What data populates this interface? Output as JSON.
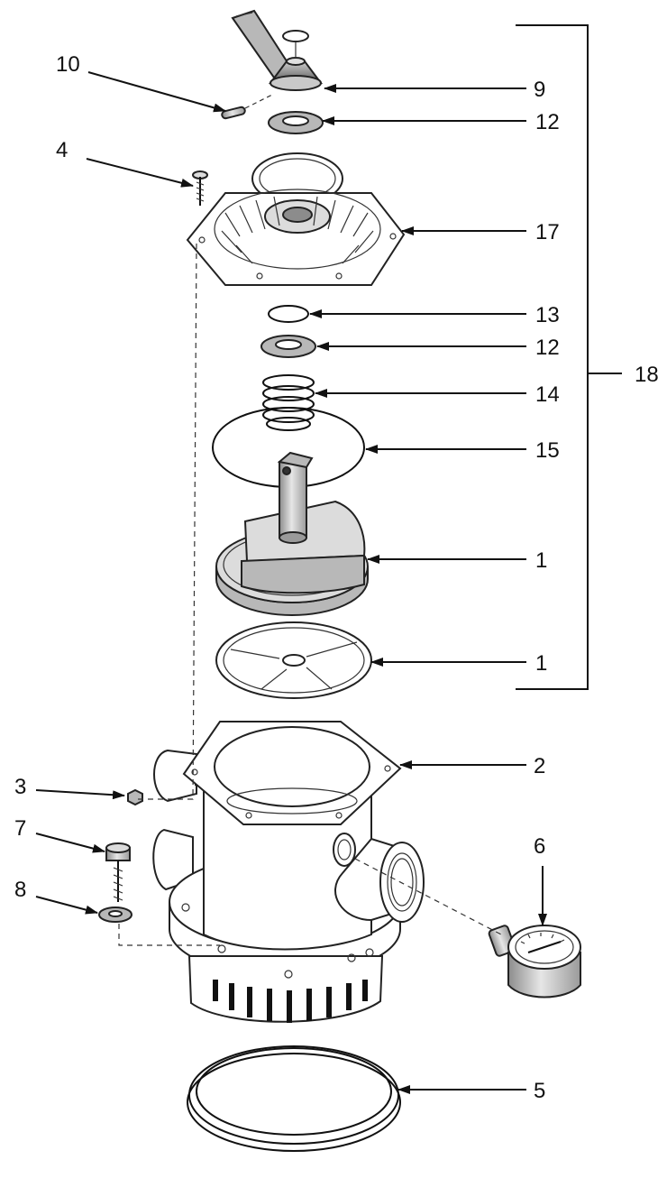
{
  "colors": {
    "ink": "#111111",
    "part_fill": "#ffffff",
    "shade_light": "#dcdcdc",
    "shade_mid": "#b8b8b8",
    "shade_dark": "#8c8c8c"
  },
  "callouts": [
    {
      "id": "c10",
      "label": "10"
    },
    {
      "id": "c9",
      "label": "9"
    },
    {
      "id": "c12a",
      "label": "12"
    },
    {
      "id": "c4",
      "label": "4"
    },
    {
      "id": "c17",
      "label": "17"
    },
    {
      "id": "c13",
      "label": "13"
    },
    {
      "id": "c12b",
      "label": "12"
    },
    {
      "id": "c14",
      "label": "14"
    },
    {
      "id": "c15",
      "label": "15"
    },
    {
      "id": "c1a",
      "label": "1"
    },
    {
      "id": "c1b",
      "label": "1"
    },
    {
      "id": "c18",
      "label": "18"
    },
    {
      "id": "c2",
      "label": "2"
    },
    {
      "id": "c3",
      "label": "3"
    },
    {
      "id": "c7",
      "label": "7"
    },
    {
      "id": "c6",
      "label": "6"
    },
    {
      "id": "c8",
      "label": "8"
    },
    {
      "id": "c5",
      "label": "5"
    }
  ],
  "icons": {
    "arrow": "arrow-head-icon",
    "handle": "valve-handle-icon",
    "gauge": "pressure-gauge-icon"
  }
}
